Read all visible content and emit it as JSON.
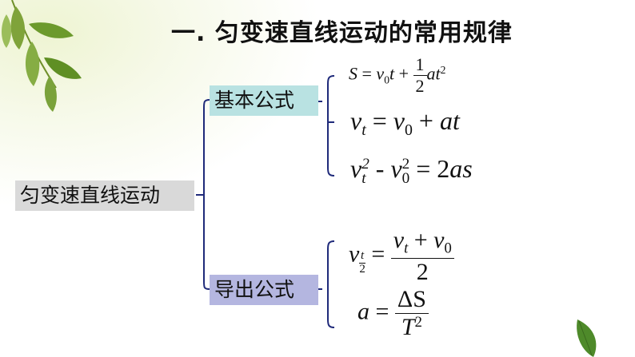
{
  "title": "一. 匀变速直线运动的常用规律",
  "root": {
    "label": "匀变速直线运动"
  },
  "basic": {
    "label": "基本公式",
    "f1": {
      "lhs": "S",
      "eq": " = ",
      "v": "v",
      "v_sub": "0",
      "t": "t",
      "plus": " + ",
      "frac_num": "1",
      "frac_den": "2",
      "a": "a",
      "t2": "t",
      "exp": "2"
    },
    "f2": {
      "v": "v",
      "v_sub": "t",
      "eq": " = ",
      "v0": "v",
      "v0_sub": "0",
      "plus": " + ",
      "at": "at"
    },
    "f3": {
      "v": "v",
      "v_sub": "t",
      "exp": "2",
      "minus": " - ",
      "v0": "v",
      "v0_sub": "0",
      "exp2": "2",
      "eq": " = ",
      "rhs_num": "2",
      "rhs": "as"
    }
  },
  "derived": {
    "label": "导出公式",
    "f4": {
      "v": "v",
      "sub_num": "t",
      "sub_den": "2",
      "eq": " = ",
      "num_v": "v",
      "num_sub": "t",
      "plus": " + ",
      "num_v0": "v",
      "num_v0_sub": "0",
      "den": "2"
    },
    "f5": {
      "a": "a",
      "eq": " = ",
      "num": "ΔS",
      "den": "T",
      "den_exp": "2"
    }
  },
  "colors": {
    "connector": "#1f2a7a",
    "basic_bg": "#b9e2e2",
    "derived_bg": "#b4b6e0",
    "root_bg": "#d9d9d9"
  }
}
